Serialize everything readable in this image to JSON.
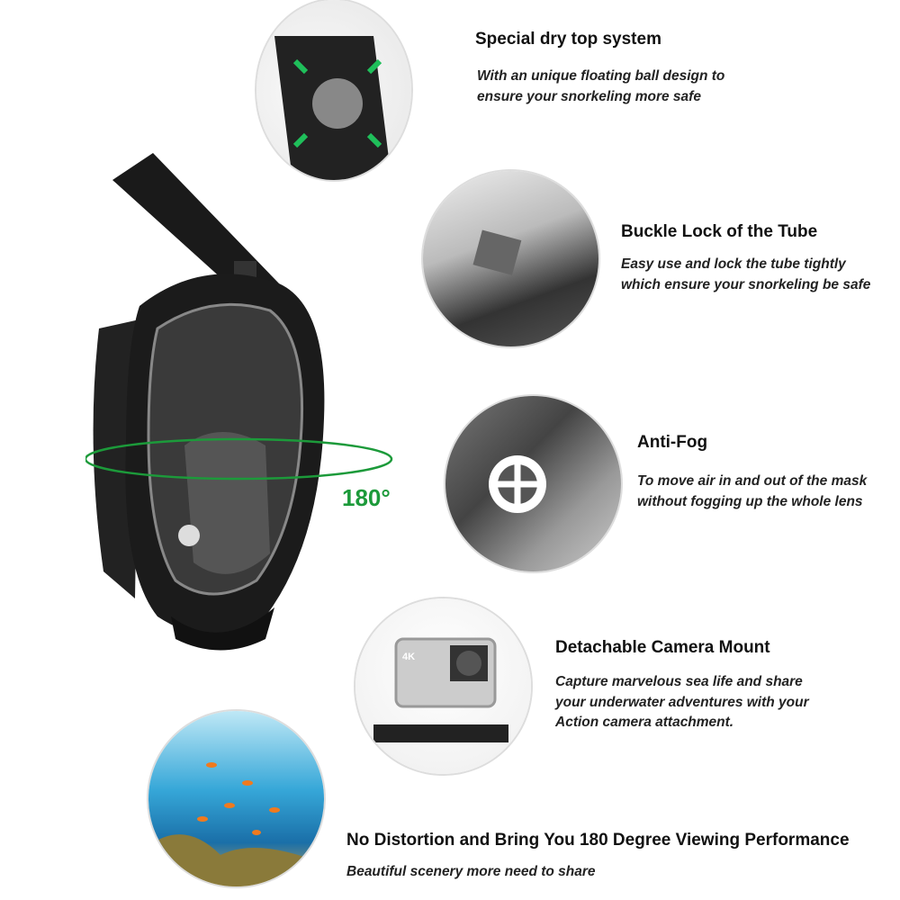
{
  "features": [
    {
      "title": "Special dry top system",
      "desc": [
        "With an unique floating ball design to",
        "ensure your snorkeling more safe"
      ]
    },
    {
      "title": "Buckle Lock of the Tube",
      "desc": [
        "Easy use and lock the tube tightly",
        "which ensure your snorkeling be safe"
      ]
    },
    {
      "title": "Anti-Fog",
      "desc": [
        "To move air in and out of the mask",
        "without fogging up the whole lens"
      ]
    },
    {
      "title": "Detachable Camera Mount",
      "desc": [
        "Capture marvelous sea life and share",
        "your underwater adventures with your",
        "Action camera attachment."
      ]
    },
    {
      "title": "No Distortion and Bring You 180 Degree Viewing Performance",
      "desc": [
        "Beautiful scenery more need to share"
      ]
    }
  ],
  "mask": {
    "view_angle_label": "180°",
    "accent_color": "#1c9a3a"
  },
  "camera": {
    "label": "4K"
  }
}
